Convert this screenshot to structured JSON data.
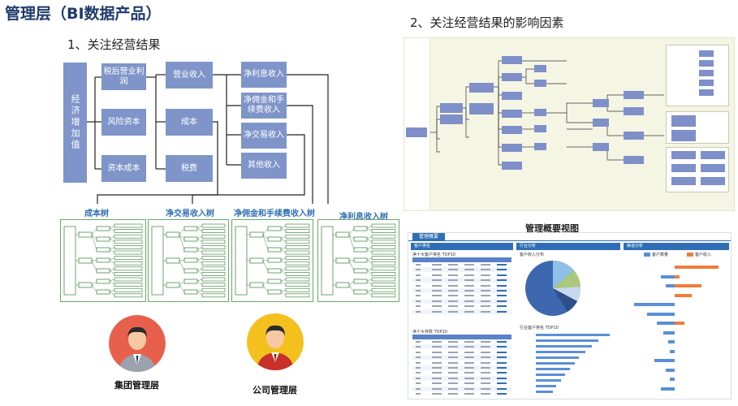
{
  "page_title": "管理层（BI数据产品）",
  "section1": {
    "title": "1、关注经营结果",
    "root_box": "经济增加值",
    "col1": [
      "税后营业利润",
      "风险资本",
      "资本成本"
    ],
    "col2": [
      "营业收入",
      "成本",
      "税费"
    ],
    "col3": [
      "净利息收入",
      "净佣金和手续费收入",
      "净交易收入",
      "其他收入"
    ]
  },
  "trees": [
    {
      "label": "成本树"
    },
    {
      "label": "净交易收入树"
    },
    {
      "label": "净佣金和手续费收入树"
    },
    {
      "label": "净利息收入树"
    }
  ],
  "personas": [
    {
      "label": "集团管理层",
      "shirt_color": "#9aa3ad",
      "bg_color": "#e8604c",
      "tie_color": "#2e3f6e"
    },
    {
      "label": "公司管理层",
      "shirt_color": "#c7312a",
      "bg_color": "#f4c01e",
      "tie_color": "#7a1d18"
    }
  ],
  "section2": {
    "title": "2、关注经营结果的影响因素"
  },
  "dashboard": {
    "title": "管理概要视图",
    "tab": "管理概要",
    "panels": [
      "客户排名",
      "行业分析",
      "渠道分析"
    ],
    "table_title_1": "净十大客户排名 TOP10",
    "table_title_2": "净十大存款 TOP10",
    "pie_title": "客户收入分布",
    "bar_title": "行业客户排名 TOP10",
    "legend": [
      "客户数量",
      "客户收入"
    ]
  },
  "colors": {
    "box": "#7f95c9",
    "tree_border": "#6aa86a",
    "accent_blue": "#2f6eb5",
    "title": "#1f3a6b",
    "panel_bg": "#f5f5e4"
  }
}
